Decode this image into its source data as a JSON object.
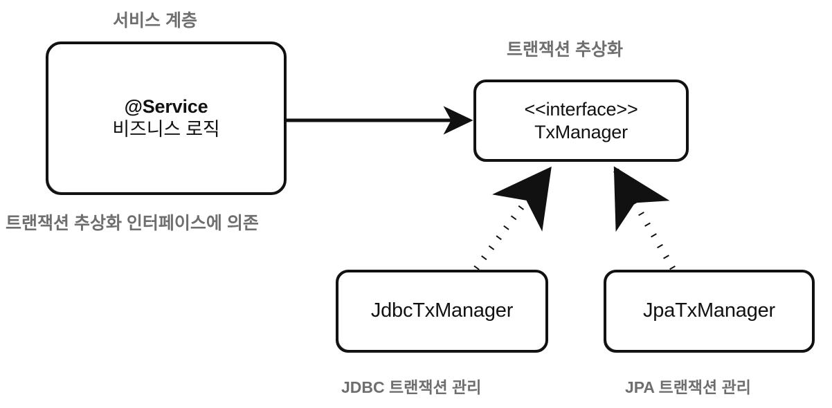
{
  "diagram": {
    "title_visible": false,
    "background_color": "#ffffff",
    "stroke_color": "#111111",
    "caption_color": "#6e6e6e",
    "nodes": [
      {
        "id": "service",
        "lines": [
          "@Service",
          "비즈니스 로직"
        ],
        "shape": "rounded-rectangle",
        "style": "hand-drawn"
      },
      {
        "id": "interface",
        "lines": [
          "<<interface>>",
          "TxManager"
        ],
        "shape": "rounded-rectangle",
        "style": "hand-drawn"
      },
      {
        "id": "jdbc",
        "lines": [
          "JdbcTxManager"
        ],
        "shape": "rounded-rectangle",
        "style": "hand-drawn"
      },
      {
        "id": "jpa",
        "lines": [
          "JpaTxManager"
        ],
        "shape": "rounded-rectangle",
        "style": "hand-drawn"
      }
    ],
    "captions": {
      "service_layer": "서비스 계층",
      "tx_abstraction": "트랜잭션 추상화",
      "depends_on_interface": "트랜잭션 추상화 인터페이스에 의존",
      "jdbc_tx_management": "JDBC 트랜잭션 관리",
      "jpa_tx_management": "JPA 트랜잭션 관리"
    },
    "connectors": [
      {
        "id": "service-to-interface",
        "from": "service",
        "to": "interface",
        "line_style": "solid",
        "arrowhead": "filled-arrow",
        "meaning": "dependency"
      },
      {
        "id": "jdbc-implements-interface",
        "from": "jdbc",
        "to": "interface",
        "line_style": "dotted",
        "arrowhead": "filled-triangle",
        "meaning": "realization"
      },
      {
        "id": "jpa-implements-interface",
        "from": "jpa",
        "to": "interface",
        "line_style": "dotted",
        "arrowhead": "filled-triangle",
        "meaning": "realization"
      }
    ]
  }
}
